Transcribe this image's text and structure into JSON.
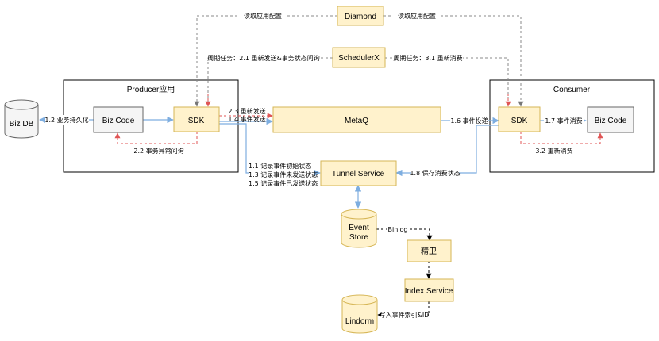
{
  "colors": {
    "yellow_fill": "#fff2cc",
    "yellow_stroke": "#d6b656",
    "gray_fill": "#f5f5f5",
    "gray_stroke": "#666666",
    "blue_arrow": "#7eaee0",
    "red_arrow": "#e05555",
    "gray_dashed": "#888888",
    "black": "#000000"
  },
  "producer": {
    "title": "Producer应用",
    "biz_code": "Biz Code",
    "sdk": "SDK"
  },
  "consumer": {
    "title": "Consumer",
    "biz_code": "Biz Code",
    "sdk": "SDK"
  },
  "nodes": {
    "biz_db": "Biz DB",
    "diamond": "Diamond",
    "schedulerx": "SchedulerX",
    "metaq": "MetaQ",
    "tunnel": "Tunnel Service",
    "event_store_line1": "Event",
    "event_store_line2": "Store",
    "jingwei": "精卫",
    "index_service": "Index Service",
    "lindorm": "Lindorm"
  },
  "labels": {
    "read_config_left": "读取应用配置",
    "read_config_right": "读取应用配置",
    "periodic_left": "周期任务：2.1 重新发送&事务状态问询",
    "periodic_right": "周期任务：3.1 重新消费",
    "persist": "1.2 业务持久化",
    "tx_check": "2.2 事务异常问询",
    "resend": "2.3 重新发送",
    "send": "1.4 事件发送",
    "deliver": "1.6 事件投递",
    "consume": "1.7 事件消费",
    "reconsume": "3.2 重新消费",
    "rec_init": "1.1 记录事件初始状态",
    "rec_unsent": "1.3 记录事件未发送状态",
    "rec_sent": "1.5 记录事件已发送状态",
    "save_consume": "1.8 保存消费状态",
    "binlog": "Binlog",
    "write_index": "写入事件索引&ID"
  }
}
